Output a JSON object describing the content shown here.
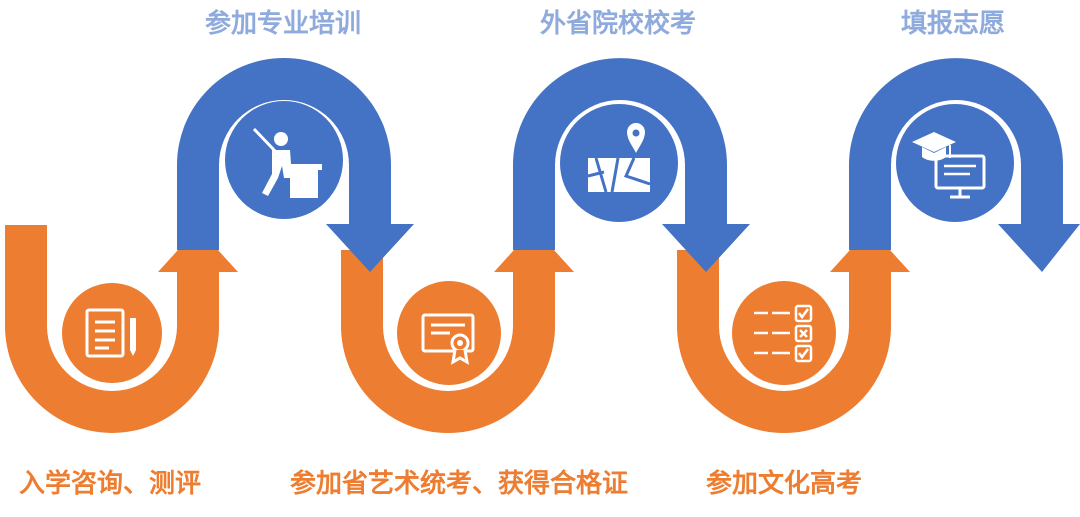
{
  "colors": {
    "orange": "#ED7D31",
    "blue": "#4472C4",
    "top_label": "#8FAADC",
    "bottom_label": "#ED7D31",
    "icon": "#ffffff"
  },
  "steps": [
    {
      "label": "入学咨询、测评",
      "color": "orange",
      "icon": "document-pencil-icon"
    },
    {
      "label": "参加专业培训",
      "color": "blue",
      "icon": "teacher-podium-icon"
    },
    {
      "label": "参加省艺术统考、获得合格证",
      "color": "orange",
      "icon": "certificate-icon"
    },
    {
      "label": "外省院校校考",
      "color": "blue",
      "icon": "map-pin-icon"
    },
    {
      "label": "参加文化高考",
      "color": "orange",
      "icon": "checklist-icon"
    },
    {
      "label": "填报志愿",
      "color": "blue",
      "icon": "graduation-monitor-icon"
    }
  ]
}
